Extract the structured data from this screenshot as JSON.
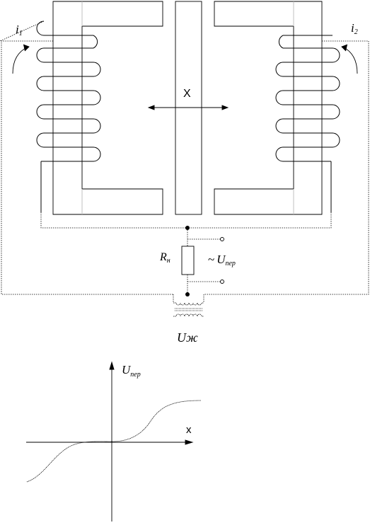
{
  "circuit": {
    "current_left": {
      "symbol": "i",
      "sub": "1"
    },
    "current_right": {
      "symbol": "i",
      "sub": "2"
    },
    "displacement_label": "X",
    "resistor_label": {
      "symbol": "R",
      "sub": "н"
    },
    "output_voltage": {
      "prefix": "~",
      "symbol": "U",
      "sub": "пер"
    },
    "supply_label": "Uж"
  },
  "chart_data": {
    "type": "line",
    "ylabel": {
      "symbol": "U",
      "sub": "пер"
    },
    "xlabel": "x",
    "shape": "odd-symmetric S-curve through origin with dead zone near zero and saturation at both ends"
  },
  "colors": {
    "line": "#000000",
    "core_shadow": "#b8b8b8"
  }
}
